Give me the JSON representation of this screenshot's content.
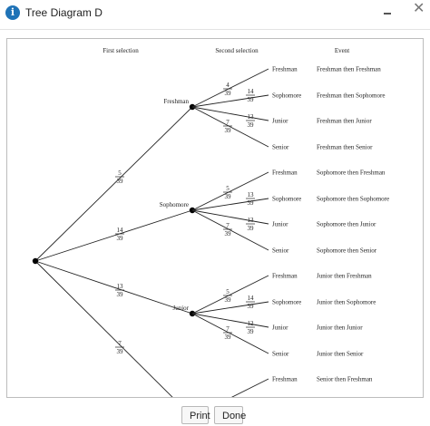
{
  "window": {
    "title": "Tree Diagram D"
  },
  "icons": {
    "info": "info-icon",
    "minimize": "minimize-icon",
    "close": "close-icon"
  },
  "tree": {
    "headers": {
      "first": "First selection",
      "second": "Second selection",
      "event": "Event"
    },
    "first_branches": [
      {
        "label": "Freshman",
        "prob_num": "5",
        "prob_den": "39",
        "seconds": [
          {
            "label": "Freshman",
            "num": "4",
            "den": "39",
            "event": "Freshman then Freshman"
          },
          {
            "label": "Sophomore",
            "num": "14",
            "den": "39",
            "event": "Freshman then Sophomore"
          },
          {
            "label": "Junior",
            "num": "13",
            "den": "39",
            "event": "Freshman then Junior"
          },
          {
            "label": "Senior",
            "num": "7",
            "den": "39",
            "event": "Freshman then Senior"
          }
        ]
      },
      {
        "label": "Sophomore",
        "prob_num": "14",
        "prob_den": "39",
        "seconds": [
          {
            "label": "Freshman",
            "num": "5",
            "den": "39",
            "event": "Sophomore then Freshman"
          },
          {
            "label": "Sophomore",
            "num": "13",
            "den": "39",
            "event": "Sophomore then Sophomore"
          },
          {
            "label": "Junior",
            "num": "13",
            "den": "39",
            "event": "Sophomore then Junior"
          },
          {
            "label": "Senior",
            "num": "7",
            "den": "39",
            "event": "Sophomore then Senior"
          }
        ]
      },
      {
        "label": "Junior",
        "prob_num": "13",
        "prob_den": "39",
        "seconds": [
          {
            "label": "Freshman",
            "num": "5",
            "den": "39",
            "event": "Junior then Freshman"
          },
          {
            "label": "Sophomore",
            "num": "14",
            "den": "39",
            "event": "Junior then Sophomore"
          },
          {
            "label": "Junior",
            "num": "12",
            "den": "39",
            "event": "Junior then Junior"
          },
          {
            "label": "Senior",
            "num": "7",
            "den": "39",
            "event": "Junior then Senior"
          }
        ]
      },
      {
        "label": "",
        "prob_num": "7",
        "prob_den": "39",
        "seconds": [
          {
            "label": "Freshman",
            "num": "",
            "den": "",
            "event": "Senior then Freshman"
          }
        ]
      }
    ]
  },
  "buttons": {
    "print": "Print",
    "done": "Done"
  }
}
